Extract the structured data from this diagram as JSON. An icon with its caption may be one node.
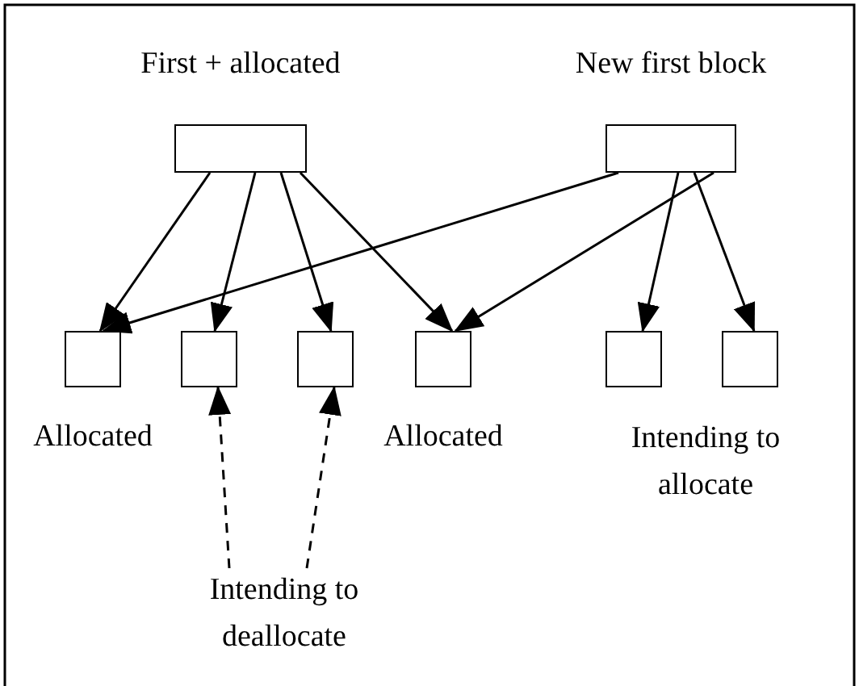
{
  "diagram": {
    "nodes": [
      {
        "text": [
          "First + allocated"
        ]
      },
      {
        "text": [
          "New first block"
        ]
      },
      {
        "text": [
          "Allocated"
        ]
      },
      {
        "text": [],
        "shape": "box"
      },
      {
        "text": [],
        "shape": "box"
      },
      {
        "text": [
          "Allocated"
        ]
      },
      {
        "text": [],
        "shape": "box"
      },
      {
        "text": [],
        "shape": "box"
      },
      {
        "text": [
          "Intending to deallocate"
        ]
      }
    ],
    "edges": [
      {
        "from": 0,
        "to": 2,
        "arrow": "to"
      },
      {
        "from": 0,
        "to": 3,
        "arrow": "to"
      },
      {
        "from": 0,
        "to": 4,
        "arrow": "to"
      },
      {
        "from": 0,
        "to": 5,
        "arrow": "to"
      },
      {
        "from": 1,
        "to": 2,
        "arrow": "to"
      },
      {
        "from": 1,
        "to": 5,
        "arrow": "to"
      },
      {
        "from": 1,
        "to": 6,
        "arrow": "to"
      },
      {
        "from": 1,
        "to": 7,
        "arrow": "to"
      },
      {
        "from": 8,
        "to": 3,
        "arrow": "to",
        "style": "dashed"
      },
      {
        "from": 8,
        "to": 4,
        "arrow": "to",
        "style": "dashed"
      }
    ],
    "labels": [
      "Intending to allocate"
    ]
  }
}
